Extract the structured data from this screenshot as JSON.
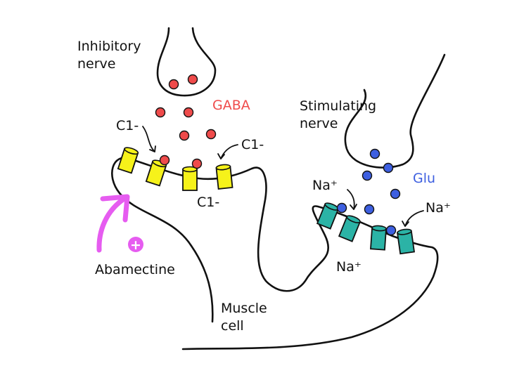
{
  "labels": {
    "inhibitory_line1": "Inhibitory",
    "inhibitory_line2": "nerve",
    "gaba": "GABA",
    "cl_left": "C1-",
    "cl_right": "C1-",
    "cl_bottom": "C1-",
    "stimulating_line1": "Stimulating",
    "stimulating_line2": "nerve",
    "glu": "Glu",
    "na_left": "Na⁺",
    "na_right": "Na⁺",
    "na_bottom": "Na⁺",
    "plus_sign": "+",
    "abamectine": "Abamectine",
    "muscle_line1": "Muscle",
    "muscle_line2": "cell"
  },
  "colors": {
    "gaba": "#ef4b4b",
    "glu": "#3d5fe0",
    "cl_channel": "#f6f21a",
    "na_channel": "#2bb3a6",
    "abamectine": "#e65cf0",
    "outline": "#111111"
  },
  "icons": {
    "gaba_molecule": "red-circle",
    "glu_molecule": "blue-circle",
    "cl_channel": "yellow-cylinder",
    "na_channel": "teal-cylinder",
    "abamectine_arrow": "magenta-curved-arrow",
    "abamectine_charge": "plus-circle-icon"
  }
}
